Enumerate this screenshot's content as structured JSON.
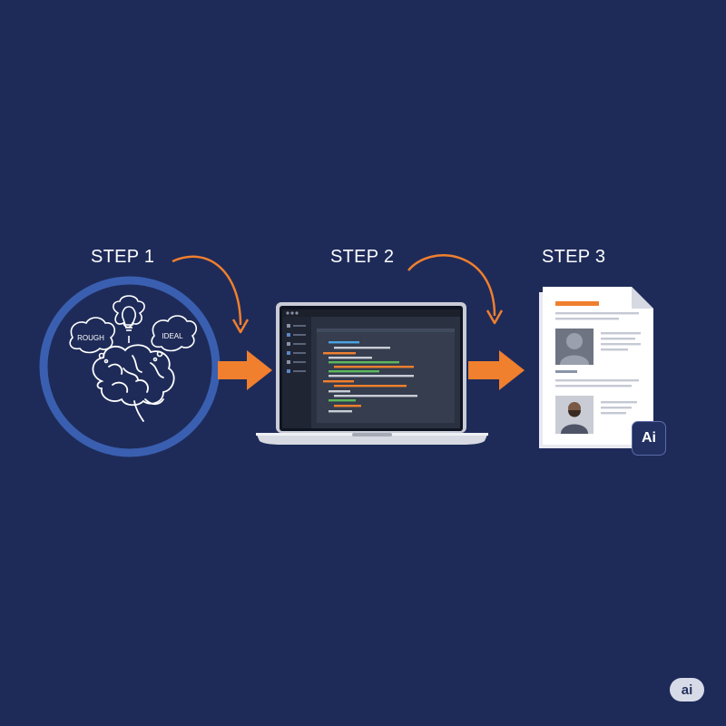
{
  "steps": [
    {
      "label": "STEP 1"
    },
    {
      "label": "STEP 2"
    },
    {
      "label": "STEP 3"
    }
  ],
  "bubbles": {
    "left": "ROUGH",
    "right": "IDEAL"
  },
  "document": {
    "badge": "Ai"
  },
  "logo": {
    "text": "ai"
  },
  "colors": {
    "background": "#1e2b59",
    "ring": "#3a5fb0",
    "arrow": "#f07f2e",
    "line_white": "#ffffff"
  },
  "icons": {
    "brain": "brain-icon",
    "lightbulb": "lightbulb-icon",
    "laptop": "laptop-icon",
    "document": "resume-document-icon"
  }
}
